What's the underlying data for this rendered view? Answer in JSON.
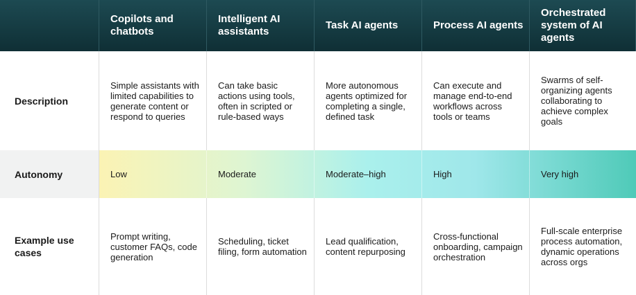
{
  "columns": [
    "Copilots and chatbots",
    "Intelligent AI assistants",
    "Task AI agents",
    "Process AI agents",
    "Orchestrated system of AI agents"
  ],
  "rows": {
    "description": {
      "label": "Description",
      "cells": [
        "Simple assistants with limited capabilities to generate content or respond to queries",
        "Can take basic actions using tools, often in scripted or rule-based ways",
        "More autonomous agents optimized for completing a single, defined task",
        "Can execute and manage end-to-end workflows across tools or teams",
        "Swarms of self-organizing agents collaborating to achieve complex goals"
      ]
    },
    "autonomy": {
      "label": "Autonomy",
      "cells": [
        "Low",
        "Moderate",
        "Moderate–high",
        "High",
        "Very high"
      ]
    },
    "use_cases": {
      "label": "Example use cases",
      "cells": [
        "Prompt writing, customer FAQs, code generation",
        "Scheduling, ticket filing, form automation",
        "Lead qualification, content repurposing",
        "Cross-functional onboarding, campaign orchestration",
        "Full-scale enterprise process automation, dynamic operations across orgs"
      ]
    }
  },
  "colors": {
    "header_bg": "#163c43",
    "autonomy_gradient_start": "#fbf3b4",
    "autonomy_gradient_end": "#4fcab8"
  }
}
